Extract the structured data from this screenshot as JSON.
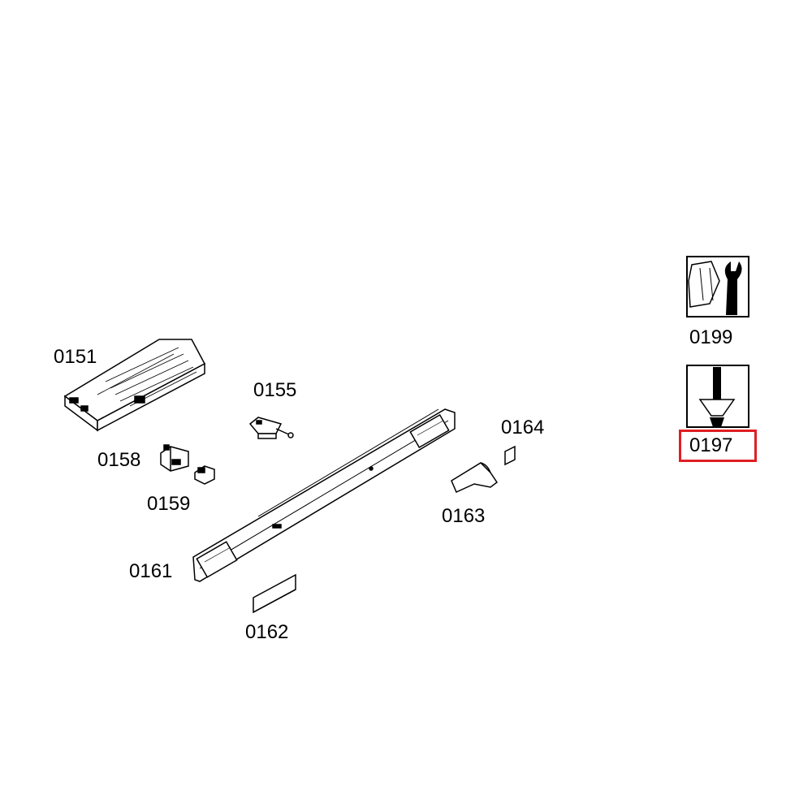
{
  "parts": {
    "p0151": "0151",
    "p0155": "0155",
    "p0158": "0158",
    "p0159": "0159",
    "p0161": "0161",
    "p0162": "0162",
    "p0163": "0163",
    "p0164": "0164",
    "p0197": "0197",
    "p0199": "0199"
  },
  "icons": {
    "p0199": "nut-and-wrench-icon",
    "p0197": "screw-icon"
  },
  "colors": {
    "line": "#000000",
    "highlight": "#e01e24",
    "background": "#ffffff"
  },
  "highlighted_part": "0197"
}
